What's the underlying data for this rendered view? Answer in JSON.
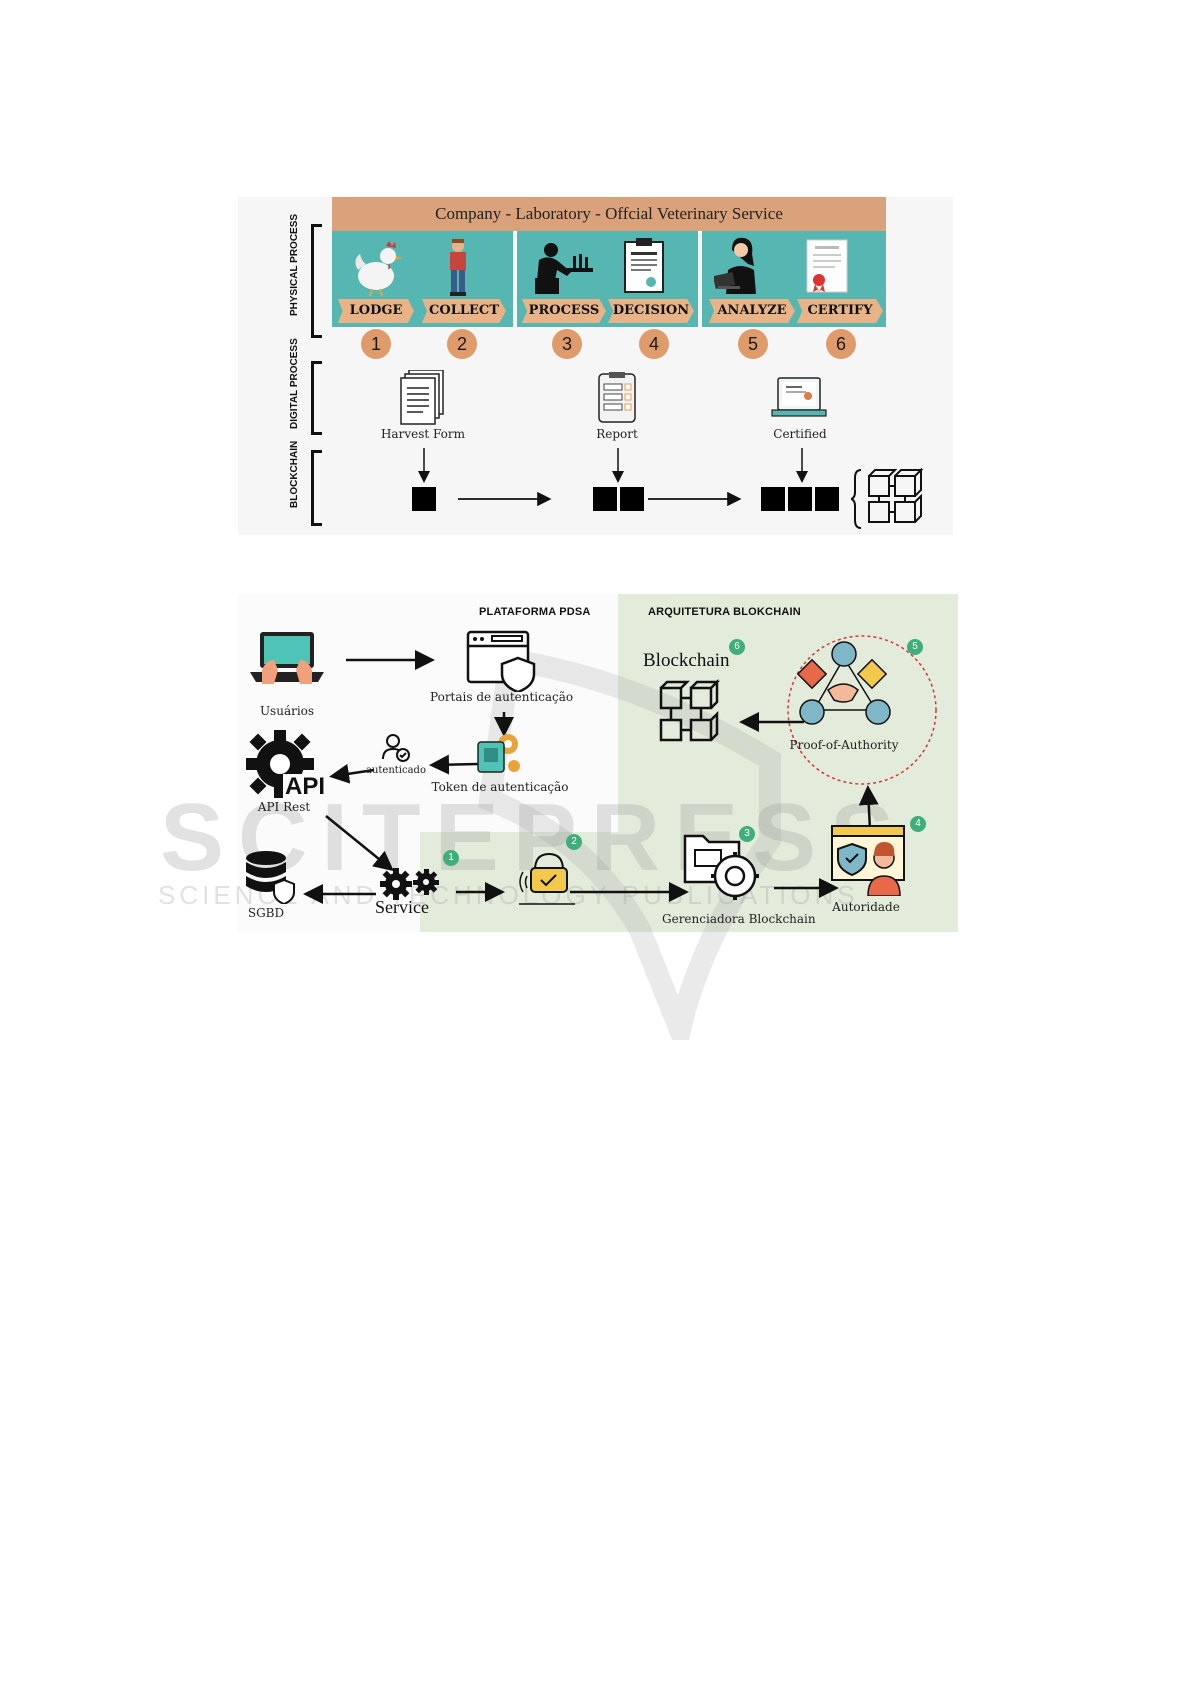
{
  "figure1": {
    "header": "Company - Laboratory - Offcial Veterinary Service",
    "side_labels": {
      "physical": "PHYSICAL PROCESS",
      "digital": "DIGITAL PROCESS",
      "blockchain": "BLOCKCHAIN"
    },
    "steps": [
      {
        "label": "LODGE",
        "number": "1",
        "icon": "chicken-icon"
      },
      {
        "label": "COLLECT",
        "number": "2",
        "icon": "farmer-icon"
      },
      {
        "label": "PROCESS",
        "number": "3",
        "icon": "lab-worker-icon"
      },
      {
        "label": "DECISION",
        "number": "4",
        "icon": "clipboard-icon"
      },
      {
        "label": "ANALYZE",
        "number": "5",
        "icon": "analyst-laptop-icon"
      },
      {
        "label": "CERTIFY",
        "number": "6",
        "icon": "certificate-icon"
      }
    ],
    "digital": {
      "harvest_form": "Harvest Form",
      "report": "Report",
      "certified": "Certified"
    },
    "colors": {
      "header": "#d9a27a",
      "panel": "#56b6b1",
      "tag": "#e8b487",
      "number": "#df9c6a"
    }
  },
  "figure2": {
    "plataforma_title": "PLATAFORMA PDSA",
    "arquitetura_title": "ARQUITETURA BLOKCHAIN",
    "usuarios": "Usuários",
    "portais": "Portais de autenticação",
    "token": "Token de autenticação",
    "autenticado": "autenticado",
    "api_label": "API",
    "api_rest": "API Rest",
    "sgbd": "SGBD",
    "service": "Service",
    "gerenciadora": "Gerenciadora Blockchain",
    "autoridade": "Autoridade",
    "blockchain": "Blockchain",
    "poa": "Proof-of-Authority",
    "step_numbers": [
      "1",
      "2",
      "3",
      "4",
      "5",
      "6"
    ],
    "colors": {
      "green_area": "#e3ecdb",
      "step_badge": "#3fae7b"
    }
  },
  "watermark": {
    "main": "SCITEPRESS",
    "sub": "SCIENCE AND TECHNOLOGY PUBLICATIONS"
  }
}
